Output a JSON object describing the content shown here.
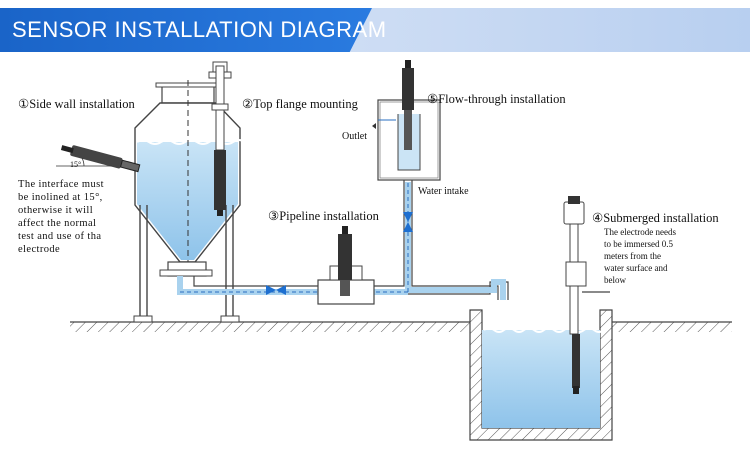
{
  "header": {
    "title": "SENSOR INSTALLATION DIAGRAM"
  },
  "labels": {
    "side_wall": "①Side wall installation",
    "top_flange": "②Top flange mounting",
    "pipeline": "③Pipeline installation",
    "submerged": "④Submerged installation",
    "flow_through": "⑤Flow-through installation"
  },
  "side_wall_note": {
    "angle": "15°",
    "lines": [
      "The interface must",
      "be inolined at 15°,",
      "otherwise it will",
      "affect the normal",
      "test and use of tha",
      "electrode"
    ]
  },
  "flow_through": {
    "outlet": "Outlet",
    "intake": "Water intake"
  },
  "submerged_note": {
    "lines": [
      "The electrode needs",
      "to be immersed 0.5",
      "meters from the",
      "water surface and",
      "below"
    ]
  },
  "colors": {
    "header_blue": "#1a64c8",
    "water_fill": "#a9d2ee",
    "water_dark": "#7cb8e4",
    "valve_blue": "#1e6fd0"
  }
}
